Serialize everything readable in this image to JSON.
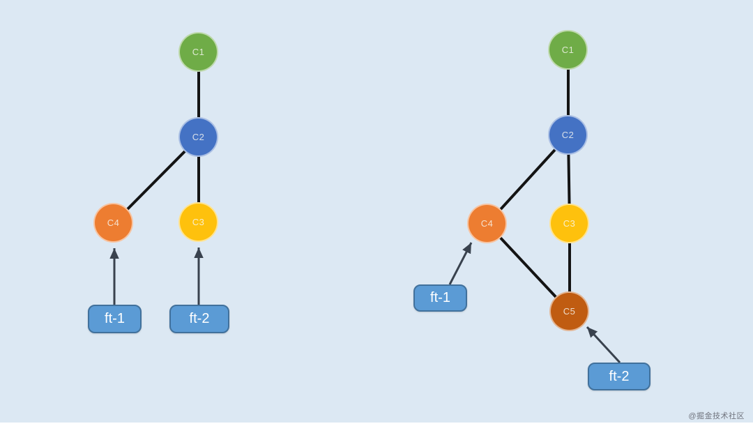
{
  "title": "git branch commit graphs",
  "watermark": "@掘金技术社区",
  "colors": {
    "background": "#dce8f3",
    "commit_c1": "#6fac47",
    "commit_c2": "#4472c4",
    "commit_c3": "#fec10d",
    "commit_c4": "#ed7d31",
    "commit_c5": "#c05c11",
    "branch_box_fill": "#5b9bd5",
    "branch_box_border": "#41719c",
    "branch_text": "#ffffff",
    "edge_line": "#141414",
    "arrow_line": "#39424e",
    "watermark_color": "#4c4c56"
  },
  "diagram_left": {
    "nodes": [
      {
        "id": "c1",
        "label": "C1"
      },
      {
        "id": "c2",
        "label": "C2"
      },
      {
        "id": "c4",
        "label": "C4"
      },
      {
        "id": "c3",
        "label": "C3"
      }
    ],
    "branches": [
      {
        "label": "ft-1",
        "points_to": "C4"
      },
      {
        "label": "ft-2",
        "points_to": "C3"
      }
    ],
    "edges": [
      "C1-C2",
      "C2-C4",
      "C2-C3"
    ]
  },
  "diagram_right": {
    "nodes": [
      {
        "id": "c1",
        "label": "C1"
      },
      {
        "id": "c2",
        "label": "C2"
      },
      {
        "id": "c4",
        "label": "C4"
      },
      {
        "id": "c3",
        "label": "C3"
      },
      {
        "id": "c5",
        "label": "C5"
      }
    ],
    "branches": [
      {
        "label": "ft-1",
        "points_to": "C4"
      },
      {
        "label": "ft-2",
        "points_to": "C5"
      }
    ],
    "edges": [
      "C1-C2",
      "C2-C4",
      "C2-C3",
      "C4-C5",
      "C3-C5"
    ]
  }
}
